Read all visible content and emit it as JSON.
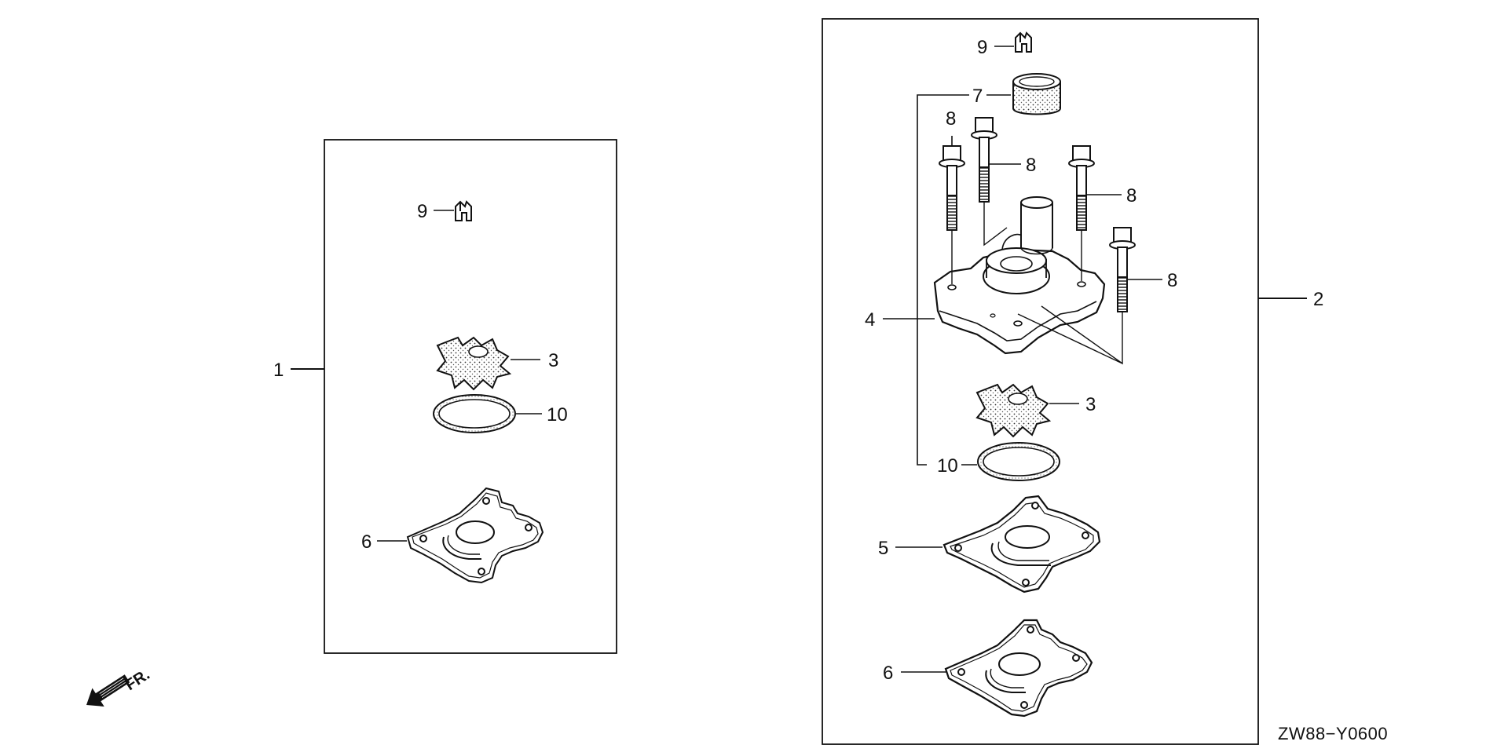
{
  "diagram": {
    "drawing_code": "ZW88−Y0600",
    "direction_label": "FR.",
    "left_kit": {
      "kit_callout": "1",
      "parts": [
        {
          "ref": "9",
          "part": "clip"
        },
        {
          "ref": "3",
          "part": "impeller"
        },
        {
          "ref": "10",
          "part": "o-ring"
        },
        {
          "ref": "6",
          "part": "plate-gasket"
        }
      ]
    },
    "right_kit": {
      "kit_callout": "2",
      "parts": [
        {
          "ref": "9",
          "part": "clip"
        },
        {
          "ref": "7",
          "part": "bushing"
        },
        {
          "ref": "8",
          "part": "bolt-a"
        },
        {
          "ref": "8",
          "part": "bolt-b"
        },
        {
          "ref": "8",
          "part": "bolt-c"
        },
        {
          "ref": "8",
          "part": "bolt-d"
        },
        {
          "ref": "4",
          "part": "pump-housing"
        },
        {
          "ref": "3",
          "part": "impeller"
        },
        {
          "ref": "10",
          "part": "o-ring"
        },
        {
          "ref": "5",
          "part": "plate"
        },
        {
          "ref": "6",
          "part": "plate-gasket"
        }
      ]
    }
  }
}
